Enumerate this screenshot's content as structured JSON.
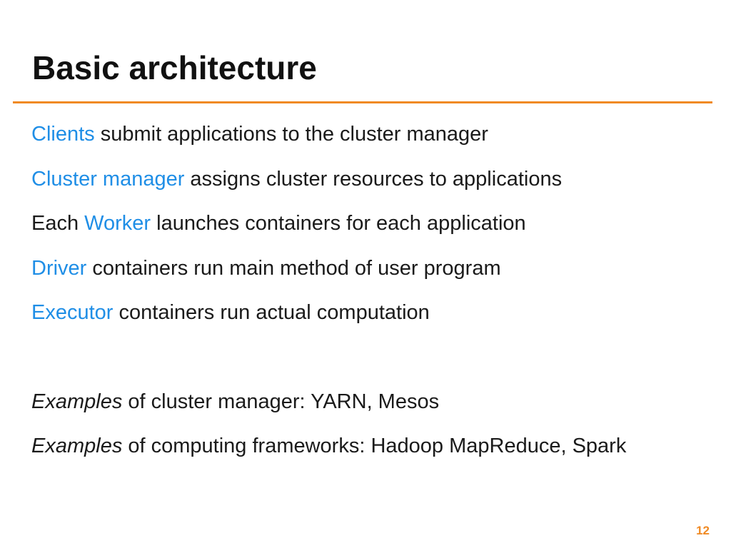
{
  "slide": {
    "title": "Basic architecture",
    "accent_color": "#f08a24",
    "keyword_color": "#1f8ee6",
    "page_number": "12"
  },
  "lines": [
    {
      "pre": "",
      "keyword": "Clients",
      "post": " submit applications to the cluster manager"
    },
    {
      "pre": "",
      "keyword": "Cluster manager",
      "post": " assigns cluster resources to applications"
    },
    {
      "pre": "Each ",
      "keyword": "Worker",
      "post": " launches containers for each application"
    },
    {
      "pre": "",
      "keyword": "Driver",
      "post": " containers run main method of user program"
    },
    {
      "pre": "",
      "keyword": "Executor",
      "post": " containers run actual computation"
    }
  ],
  "examples": [
    {
      "emphasis": "Examples",
      "text": " of cluster manager: YARN, Mesos"
    },
    {
      "emphasis": "Examples",
      "text": " of computing frameworks: Hadoop MapReduce, Spark"
    }
  ]
}
